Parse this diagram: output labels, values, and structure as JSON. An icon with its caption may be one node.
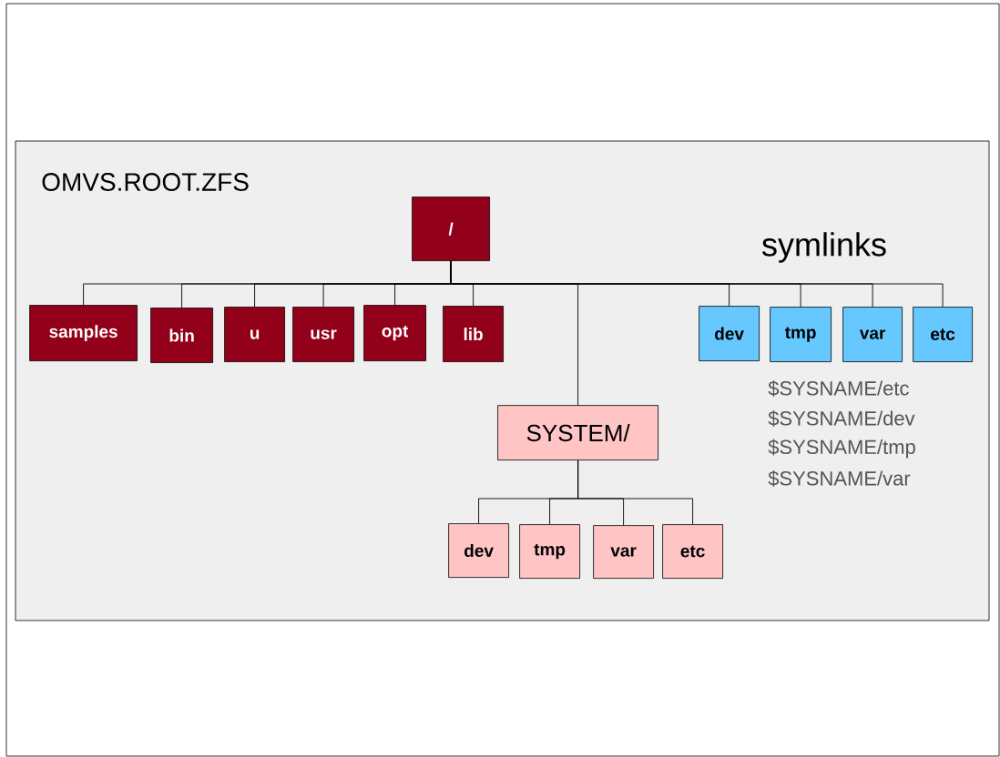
{
  "diagram": {
    "nodes": [
      {
        "text": [
          "OMVS.ROOT.ZFS"
        ]
      },
      {
        "text": [
          "/"
        ],
        "in": 0
      },
      {
        "text": [
          "samples"
        ],
        "in": 0
      },
      {
        "text": [
          "bin"
        ],
        "in": 0
      },
      {
        "text": [
          "u"
        ],
        "in": 0
      },
      {
        "text": [
          "usr"
        ],
        "in": 0
      },
      {
        "text": [
          "opt"
        ],
        "in": 0
      },
      {
        "text": [
          "lib"
        ],
        "in": 0
      },
      {
        "text": [
          "SYSTEM/"
        ],
        "in": 0
      },
      {
        "text": [
          "dev"
        ],
        "in": 0
      },
      {
        "text": [
          "tmp"
        ],
        "in": 0
      },
      {
        "text": [
          "var"
        ],
        "in": 0
      },
      {
        "text": [
          "etc"
        ],
        "in": 0
      },
      {
        "text": [
          "dev"
        ],
        "in": 0
      },
      {
        "text": [
          "tmp"
        ],
        "in": 0
      },
      {
        "text": [
          "var"
        ],
        "in": 0
      },
      {
        "text": [
          "etc"
        ],
        "in": 0
      }
    ],
    "edges": [
      {
        "from": 1,
        "to": 2,
        "arrow": "none"
      },
      {
        "from": 1,
        "to": 3,
        "arrow": "none"
      },
      {
        "from": 1,
        "to": 4,
        "arrow": "none"
      },
      {
        "from": 1,
        "to": 5,
        "arrow": "none"
      },
      {
        "from": 1,
        "to": 6,
        "arrow": "none"
      },
      {
        "from": 1,
        "to": 7,
        "arrow": "none"
      },
      {
        "from": 1,
        "to": 8,
        "arrow": "none"
      },
      {
        "from": 1,
        "to": 9,
        "arrow": "none"
      },
      {
        "from": 1,
        "to": 10,
        "arrow": "none"
      },
      {
        "from": 1,
        "to": 11,
        "arrow": "none"
      },
      {
        "from": 1,
        "to": 12,
        "arrow": "none"
      },
      {
        "from": 8,
        "to": 13,
        "arrow": "none"
      },
      {
        "from": 8,
        "to": 14,
        "arrow": "none"
      },
      {
        "from": 8,
        "to": 15,
        "arrow": "none"
      },
      {
        "from": 8,
        "to": 16,
        "arrow": "none"
      }
    ],
    "labels": [
      "symlinks",
      "$SYSNAME/etc",
      "$SYSNAME/dev",
      "$SYSNAME/tmp",
      "$SYSNAME/var"
    ]
  }
}
